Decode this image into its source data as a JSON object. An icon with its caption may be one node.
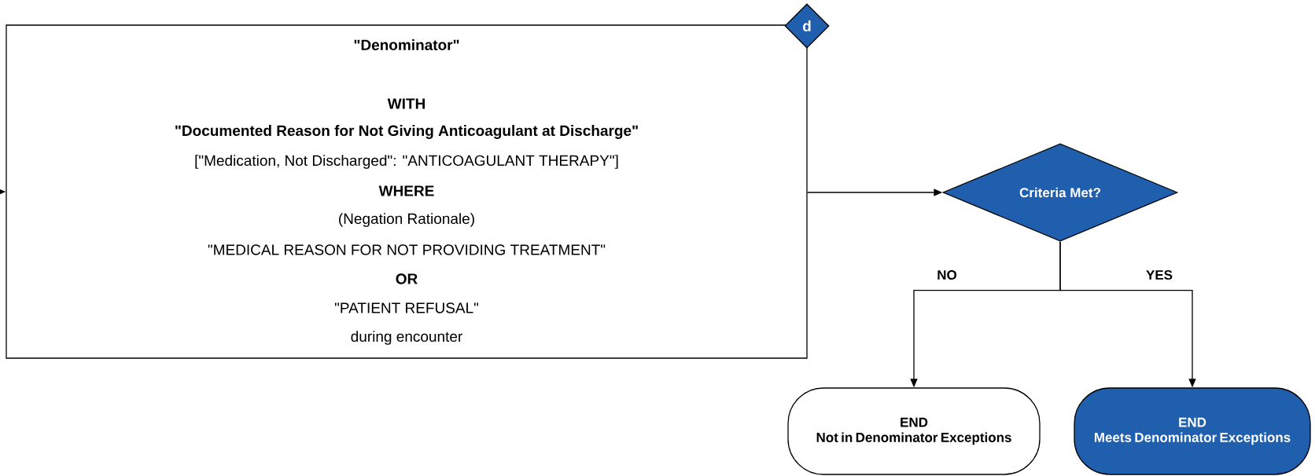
{
  "diagram": {
    "nodes": [
      {
        "text": [
          "\"Denominator\"",
          "WITH",
          "\"Documented Reason for Not Giving Anticoagulant at Discharge\"",
          "[\"Medication, Not Discharged\": \"ANTICOAGULANT THERAPY\"]",
          "WHERE",
          "(Negation Rationale)",
          "\"MEDICAL REASON FOR NOT PROVIDING TREATMENT\"",
          "OR",
          "\"PATIENT REFUSAL\"",
          "during encounter"
        ]
      },
      {
        "text": [
          "d"
        ]
      },
      {
        "text": [
          "Criteria Met?"
        ]
      },
      {
        "text": [
          "END",
          "Not in Denominator Exceptions"
        ]
      },
      {
        "text": [
          "END",
          "Meets Denominator Exceptions"
        ]
      }
    ],
    "edges": [
      {
        "from": null,
        "to": 0,
        "arrow": "to"
      },
      {
        "from": 0,
        "to": 2,
        "arrow": "to"
      },
      {
        "from": 2,
        "to": 3,
        "arrow": "to",
        "label": "NO"
      },
      {
        "from": 2,
        "to": 4,
        "arrow": "to",
        "label": "YES"
      }
    ]
  }
}
